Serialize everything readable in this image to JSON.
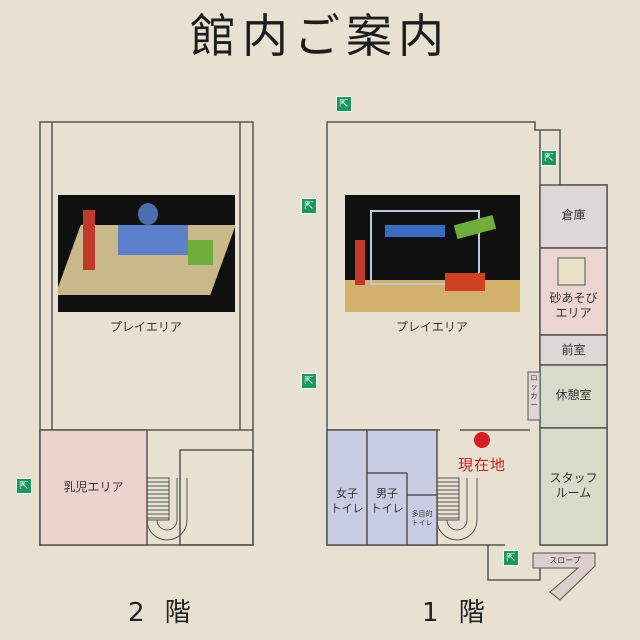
{
  "title": "館内ご案内",
  "floors": {
    "second": {
      "label": "2 階",
      "play_area": "プレイエリア",
      "baby_area": "乳児エリア"
    },
    "first": {
      "label": "1 階",
      "play_area": "プレイエリア",
      "storage": "倉庫",
      "sand_play": "砂あそび\nエリア",
      "anteroom": "前室",
      "lounge": "休憩室",
      "locker": "ロッカー",
      "staff_room": "スタッフ\nルーム",
      "womens_toilet": "女子\nトイレ",
      "mens_toilet": "男子\nトイレ",
      "multipurpose_toilet": "多目的\nトイレ",
      "slope": "スロープ",
      "current_location": "現在地"
    }
  },
  "colors": {
    "background": "#e8e1d2",
    "baby_area": "#ecd3cd",
    "toilets": "#c9cde3",
    "storage": "#ddd7d6",
    "sand_play": "#ecd5d0",
    "lounge": "#d7dbc9",
    "current_location": "#d42020",
    "exit_sign": "#1a9a5a"
  },
  "icons": {
    "exit": "emergency-exit-icon",
    "current_location": "red-dot-marker"
  }
}
